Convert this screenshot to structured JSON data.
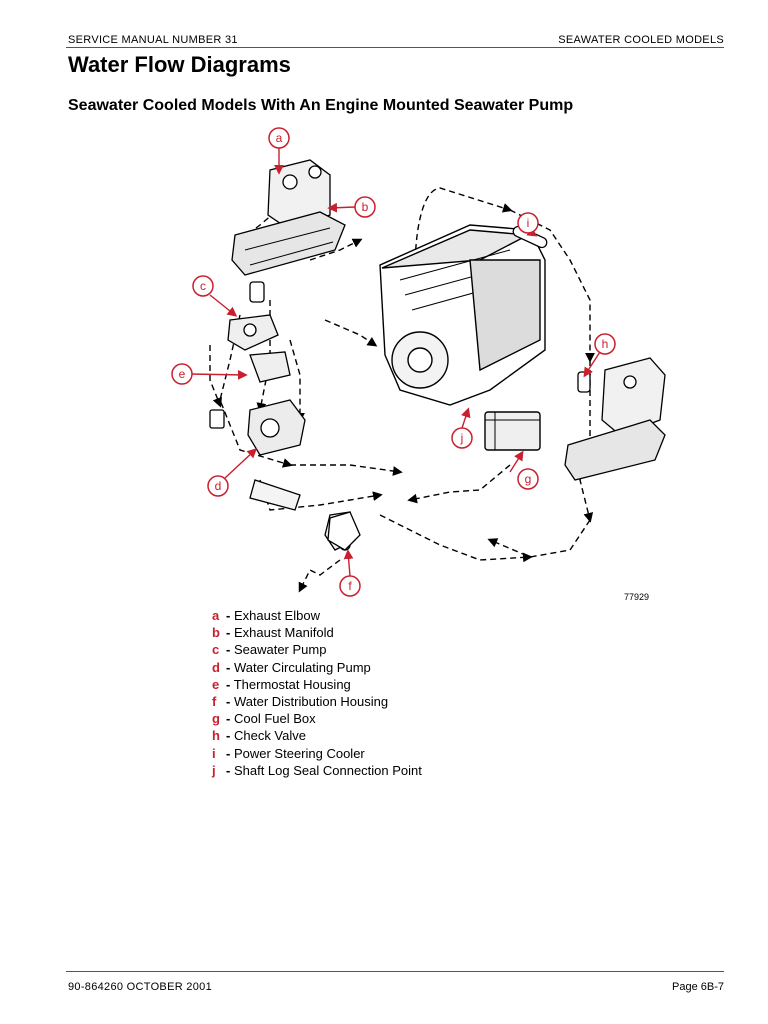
{
  "header": {
    "left": "SERVICE MANUAL NUMBER 31",
    "right": "SEAWATER COOLED MODELS"
  },
  "title": "Water Flow Diagrams",
  "subtitle": "Seawater Cooled Models With An Engine Mounted Seawater Pump",
  "diagram": {
    "figure_number": "77929",
    "callouts": [
      "a",
      "b",
      "c",
      "d",
      "e",
      "f",
      "g",
      "h",
      "i",
      "j"
    ]
  },
  "legend": [
    {
      "key": "a",
      "label": "Exhaust Elbow"
    },
    {
      "key": "b",
      "label": "Exhaust Manifold"
    },
    {
      "key": "c",
      "label": "Seawater Pump"
    },
    {
      "key": "d",
      "label": "Water Circulating Pump"
    },
    {
      "key": "e",
      "label": "Thermostat Housing"
    },
    {
      "key": "f",
      "label": "Water Distribution Housing"
    },
    {
      "key": "g",
      "label": "Cool Fuel Box"
    },
    {
      "key": "h",
      "label": "Check Valve"
    },
    {
      "key": "i",
      "label": "Power Steering Cooler"
    },
    {
      "key": "j",
      "label": "Shaft Log Seal Connection Point"
    }
  ],
  "legend_separator": "-",
  "footer": {
    "left": "90-864260   OCTOBER 2001",
    "right": "Page 6B-7"
  },
  "colors": {
    "accent": "#c8202e",
    "line": "#000000"
  }
}
